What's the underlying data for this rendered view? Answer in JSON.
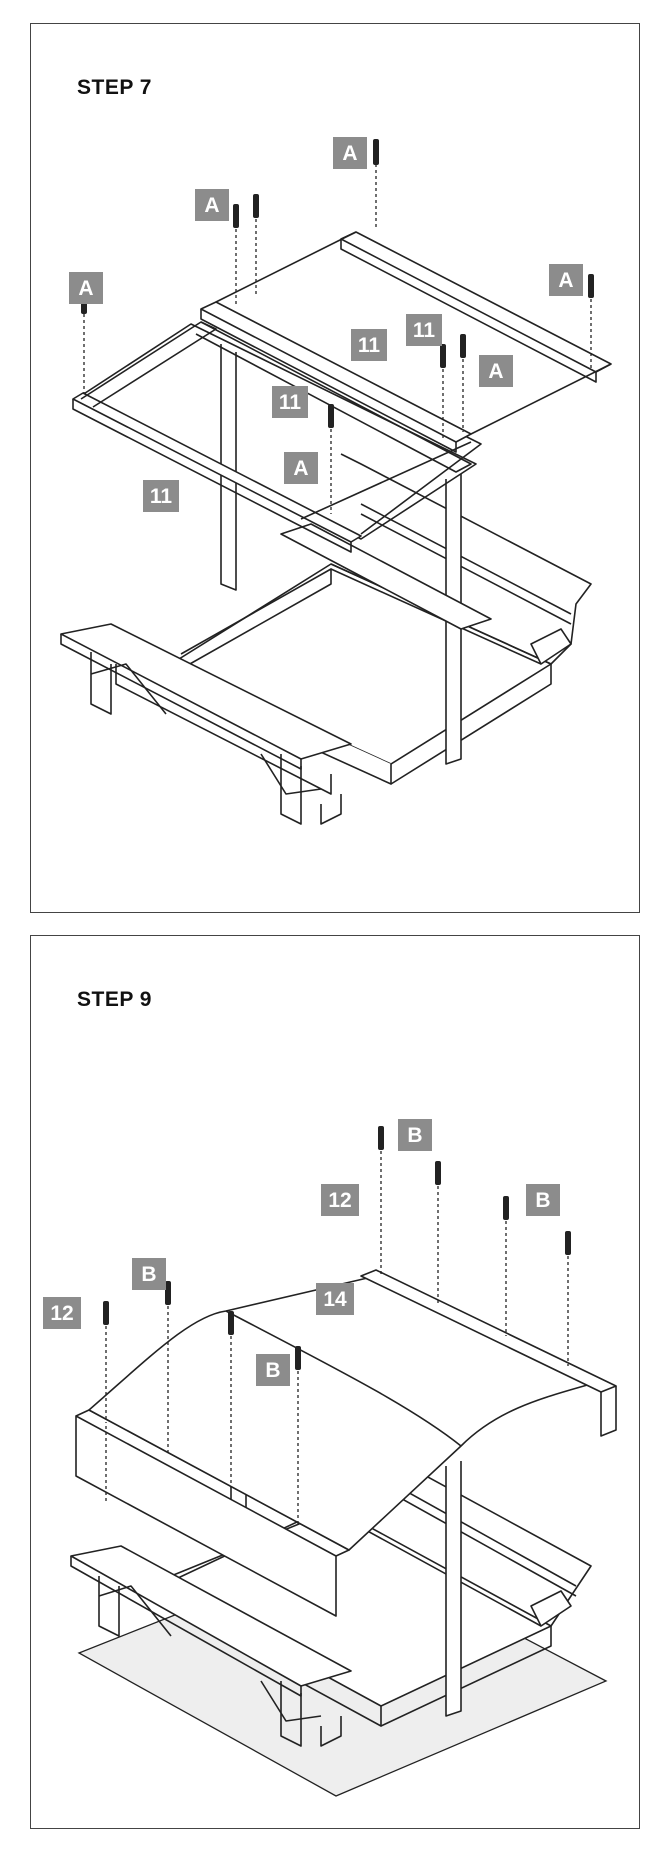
{
  "step7": {
    "title": "STEP 7",
    "labels": {
      "screw": "A",
      "part": "11"
    }
  },
  "step9": {
    "title": "STEP 9",
    "labels": {
      "screw": "B",
      "end_board": "12",
      "roof": "14"
    }
  },
  "colors": {
    "label_bg": "#8c8c8c",
    "line": "#222222",
    "ground": "#eeeeee"
  },
  "icons": [
    "screw-icon"
  ]
}
